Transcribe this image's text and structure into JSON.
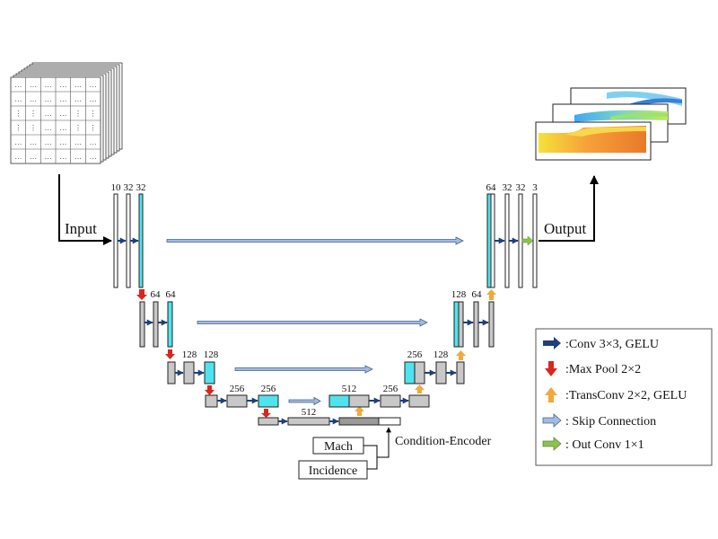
{
  "labels": {
    "input": "Input",
    "output": "Output",
    "condition_encoder": "Condition-Encoder",
    "mach": "Mach",
    "incidence": "Incidence"
  },
  "channels": {
    "enc1": [
      "10",
      "32",
      "32"
    ],
    "enc2": [
      "64",
      "64"
    ],
    "enc3": [
      "128",
      "128"
    ],
    "enc4": [
      "256",
      "256"
    ],
    "bottleneck": "512",
    "dec4": [
      "512",
      "256"
    ],
    "dec3": [
      "256",
      "128"
    ],
    "dec2": [
      "128",
      "64"
    ],
    "dec1": [
      "64",
      "32",
      "32",
      "3"
    ]
  },
  "input_grid": {
    "symbols": [
      "…",
      "⋮"
    ]
  },
  "legend": [
    {
      "label": ":Conv 3×3, GELU",
      "color": "#1f3f7a",
      "icon": "arrow-right"
    },
    {
      "label": ":Max Pool 2×2",
      "color": "#d9271c",
      "icon": "arrow-down"
    },
    {
      "label": ":TransConv 2×2, GELU",
      "color": "#f2a93b",
      "icon": "arrow-up"
    },
    {
      "label": ": Skip Connection",
      "color": "#9fbbe6",
      "icon": "arrow-right"
    },
    {
      "label": ": Out Conv 1×1",
      "color": "#8cc152",
      "icon": "arrow-right"
    }
  ],
  "colors": {
    "conv": "#1f3f7a",
    "pool": "#d9271c",
    "transconv": "#f2a93b",
    "skip": "#9fbbe6",
    "outconv": "#8cc152",
    "feature_highlight": "#4fe3ee",
    "feature_box": "#c8c8c8"
  }
}
